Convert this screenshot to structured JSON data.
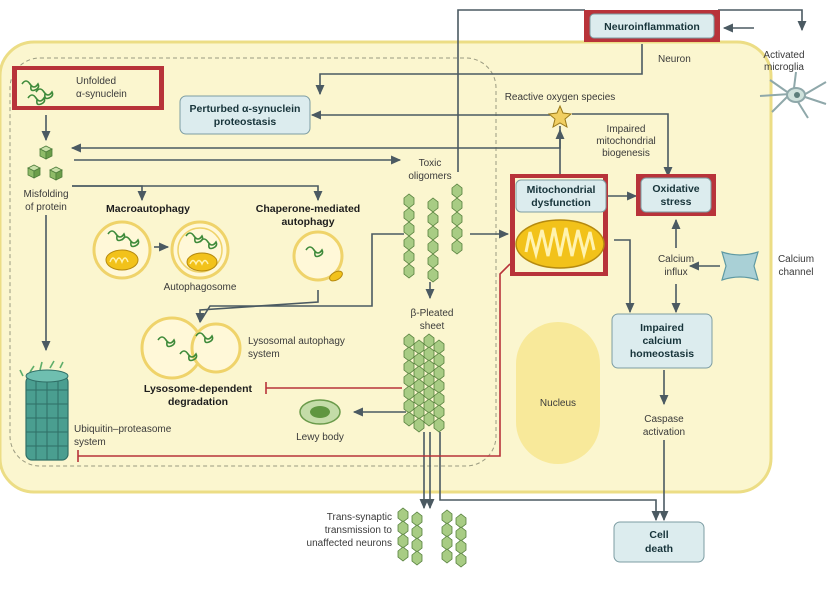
{
  "labels": {
    "neuroinflammation": "Neuroinflammation",
    "neuron": "Neuron",
    "activated_microglia": [
      "Activated",
      "microglia"
    ],
    "unfolded_asyn": [
      "Unfolded",
      "α-synuclein"
    ],
    "perturbed": [
      "Perturbed α-synuclein",
      "proteostasis"
    ],
    "ros": "Reactive oxygen species",
    "impaired_biogenesis": [
      "Impaired",
      "mitochondrial",
      "biogenesis"
    ],
    "toxic_oligomers": [
      "Toxic",
      "oligomers"
    ],
    "misfolding": [
      "Misfolding",
      "of protein"
    ],
    "macroautophagy": "Macroautophagy",
    "cma": [
      "Chaperone-mediated",
      "autophagy"
    ],
    "autophagosome": "Autophagosome",
    "mito_dysfunction": [
      "Mitochondrial",
      "dysfunction"
    ],
    "oxidative_stress": [
      "Oxidative",
      "stress"
    ],
    "calcium_influx": [
      "Calcium",
      "influx"
    ],
    "calcium_channel": [
      "Calcium",
      "channel"
    ],
    "beta_sheet": [
      "β-Pleated",
      "sheet"
    ],
    "lysosomal_system": [
      "Lysosomal autophagy",
      "system"
    ],
    "lysosome_degradation": [
      "Lysosome-dependent",
      "degradation"
    ],
    "impaired_calcium": [
      "Impaired",
      "calcium",
      "homeostasis"
    ],
    "nucleus": "Nucleus",
    "lewy_body": "Lewy body",
    "ups": [
      "Ubiquitin–proteasome",
      "system"
    ],
    "caspase": [
      "Caspase",
      "activation"
    ],
    "trans_synaptic": [
      "Trans-synaptic",
      "transmission to",
      "unaffected neurons"
    ],
    "cell_death": [
      "Cell",
      "death"
    ]
  },
  "colors": {
    "cytoplasm": "#fbf6cf",
    "cell_border": "#ecdd85",
    "teal_box": "#dcecee",
    "red_highlight": "#b8333a",
    "inhibit": "#b8333a",
    "arrow": "#4b5a62",
    "fibril": "#9cbf7a",
    "mito": "#f2c21a"
  }
}
